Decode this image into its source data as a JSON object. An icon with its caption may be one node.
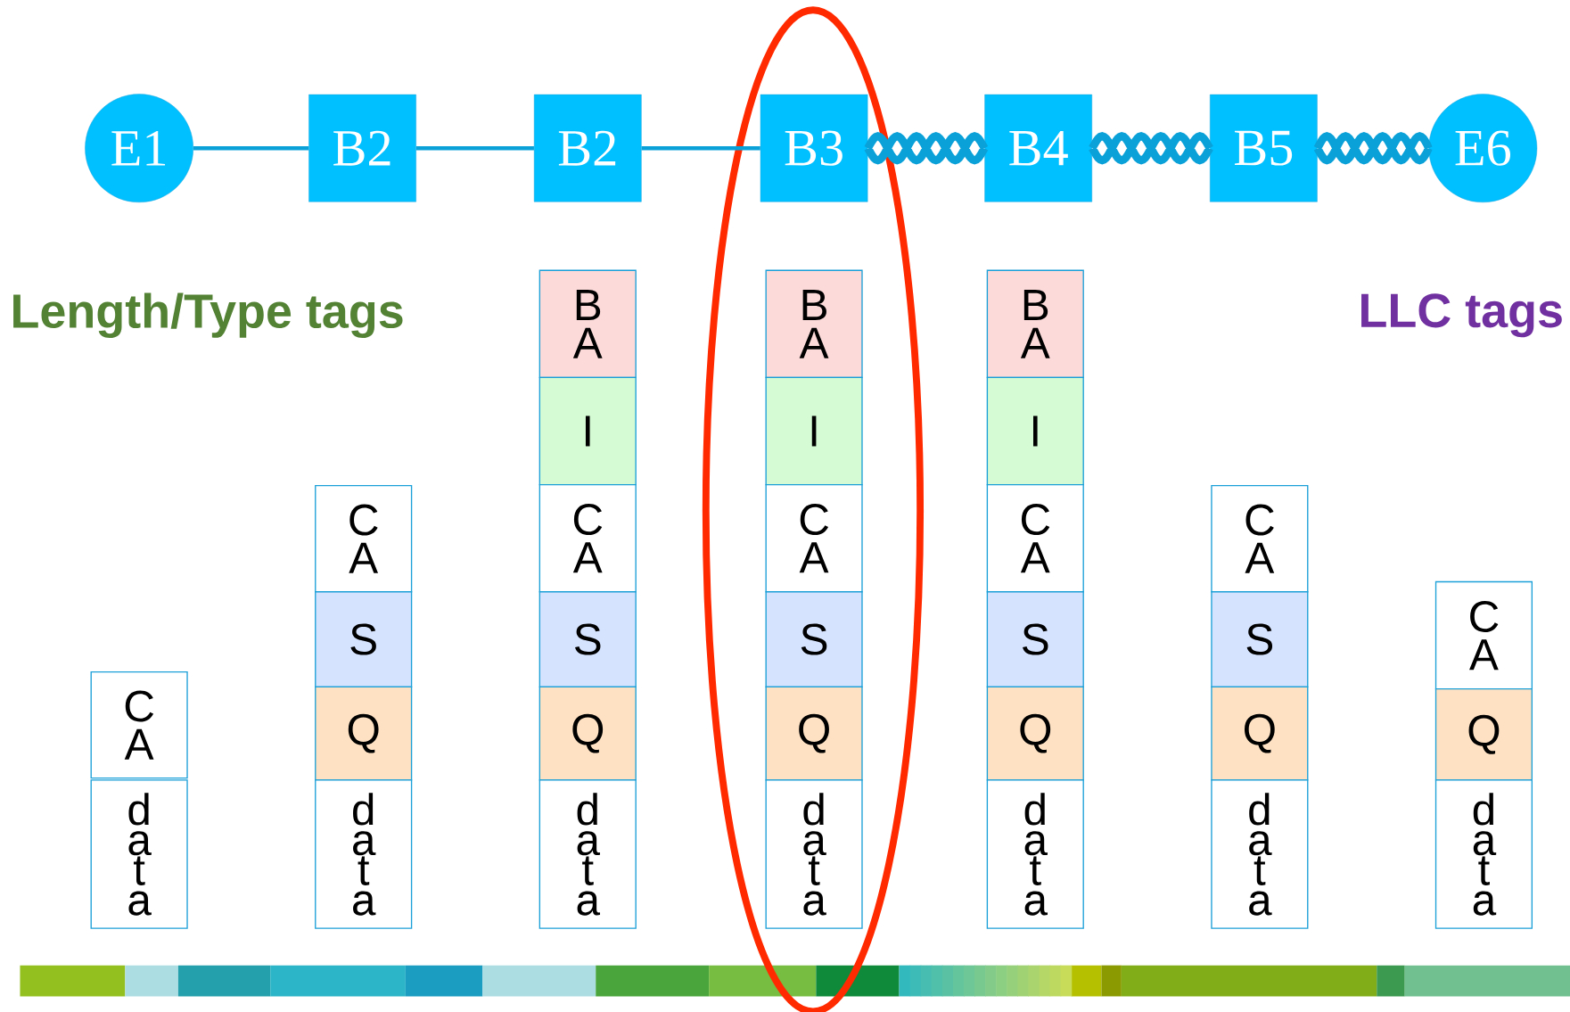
{
  "diagram": {
    "nodes": [
      {
        "text": [
          "E1"
        ]
      },
      {
        "text": [
          "B2"
        ]
      },
      {
        "text": [
          "B2"
        ]
      },
      {
        "text": [
          "B3"
        ]
      },
      {
        "text": [
          "B4"
        ]
      },
      {
        "text": [
          "B5"
        ]
      },
      {
        "text": [
          "E6"
        ]
      },
      {
        "text": [
          "C A"
        ]
      },
      {
        "text": [
          "d a t a"
        ]
      },
      {
        "text": [
          "C A"
        ]
      },
      {
        "text": [
          "S"
        ]
      },
      {
        "text": [
          "Q"
        ]
      },
      {
        "text": [
          "d a t a"
        ]
      },
      {
        "text": [
          "B A"
        ]
      },
      {
        "text": [
          "I"
        ]
      },
      {
        "text": [
          "C A"
        ]
      },
      {
        "text": [
          "S"
        ]
      },
      {
        "text": [
          "Q"
        ]
      },
      {
        "text": [
          "d a t a"
        ]
      },
      {
        "text": [
          "B A"
        ]
      },
      {
        "text": [
          "I"
        ]
      },
      {
        "text": [
          "C A"
        ]
      },
      {
        "text": [
          "S"
        ]
      },
      {
        "text": [
          "Q"
        ]
      },
      {
        "text": [
          "d a t a"
        ]
      },
      {
        "text": [
          "B A"
        ]
      },
      {
        "text": [
          "I"
        ]
      },
      {
        "text": [
          "C A"
        ]
      },
      {
        "text": [
          "S"
        ]
      },
      {
        "text": [
          "Q"
        ]
      },
      {
        "text": [
          "d a t a"
        ]
      },
      {
        "text": [
          "C A"
        ]
      },
      {
        "text": [
          "S"
        ]
      },
      {
        "text": [
          "Q"
        ]
      },
      {
        "text": [
          "d a t a"
        ]
      },
      {
        "text": [
          "C A"
        ]
      },
      {
        "text": [
          "Q"
        ]
      },
      {
        "text": [
          "d a t a"
        ]
      }
    ],
    "edges": [
      {
        "from": 0,
        "to": 1,
        "arrow": "none"
      },
      {
        "from": 1,
        "to": 2,
        "arrow": "none"
      },
      {
        "from": 2,
        "to": 3,
        "arrow": "none"
      },
      {
        "from": 3,
        "to": 4,
        "arrow": "none",
        "style": "thick"
      },
      {
        "from": 4,
        "to": 5,
        "arrow": "none",
        "style": "thick"
      },
      {
        "from": 5,
        "to": 6,
        "arrow": "none",
        "style": "thick"
      }
    ],
    "labels": [
      "Length/Type tags",
      "LLC tags"
    ]
  }
}
